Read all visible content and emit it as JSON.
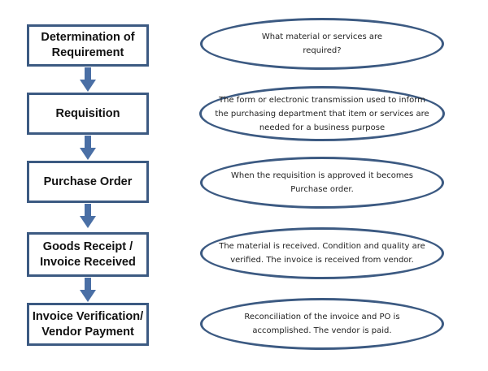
{
  "steps": [
    {
      "title": "Determination of\nRequirement",
      "description": "What material or services are\nrequired?"
    },
    {
      "title": "Requisition",
      "description": "The form or electronic transmission used to inform\nthe purchasing department that item or services are\nneeded for a business purpose"
    },
    {
      "title": "Purchase Order",
      "description": "When the requisition is approved it becomes\nPurchase order."
    },
    {
      "title": "Goods Receipt /\nInvoice Received",
      "description": "The material is received. Condition and quality are\nverified. The invoice is received from vendor."
    },
    {
      "title": "Invoice Verification/\nVendor Payment",
      "description": "Reconciliation of the invoice and PO is\naccomplished. The vendor is paid."
    }
  ],
  "colors": {
    "border": "#3c5a82",
    "arrow": "#4a6fa5"
  }
}
